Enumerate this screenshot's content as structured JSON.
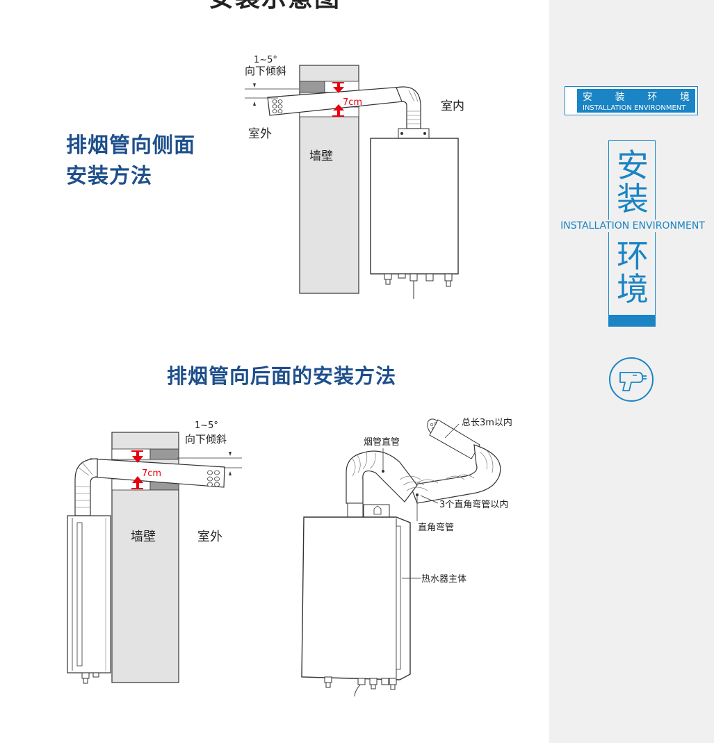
{
  "page": {
    "title": "安装示意图"
  },
  "side_section": {
    "title_line1": "排烟管向侧面",
    "title_line2": "安装方法",
    "angle_value": "1~5°",
    "angle_text": "向下倾斜",
    "gap_value": "7cm",
    "indoor_label": "室内",
    "outdoor_label": "室外",
    "wall_label": "墙壁"
  },
  "back_section": {
    "title": "排烟管向后面的安装方法",
    "angle_value": "1~5°",
    "angle_text": "向下倾斜",
    "gap_value": "7cm",
    "wall_label": "墙壁",
    "outdoor_label": "室外"
  },
  "parts_diagram": {
    "total_length": "总长3m以内",
    "straight_pipe": "烟管直管",
    "elbow_limit": "3个直角弯管以内",
    "elbow": "直角弯管",
    "heater_body": "热水器主体"
  },
  "sidebar": {
    "nav_cn": [
      "安",
      "装",
      "环",
      "境"
    ],
    "nav_en": "INSTALLATION ENVIRONMENT",
    "badge_chars": [
      "安",
      "装",
      "环",
      "境"
    ],
    "badge_en": "INSTALLATION ENVIRONMENT",
    "drill_icon": "drill-icon"
  },
  "colors": {
    "brand_blue": "#1a84c4",
    "title_blue": "#1e4f8c",
    "alert_red": "#e60012",
    "wall_gray": "#e3e3e3"
  }
}
